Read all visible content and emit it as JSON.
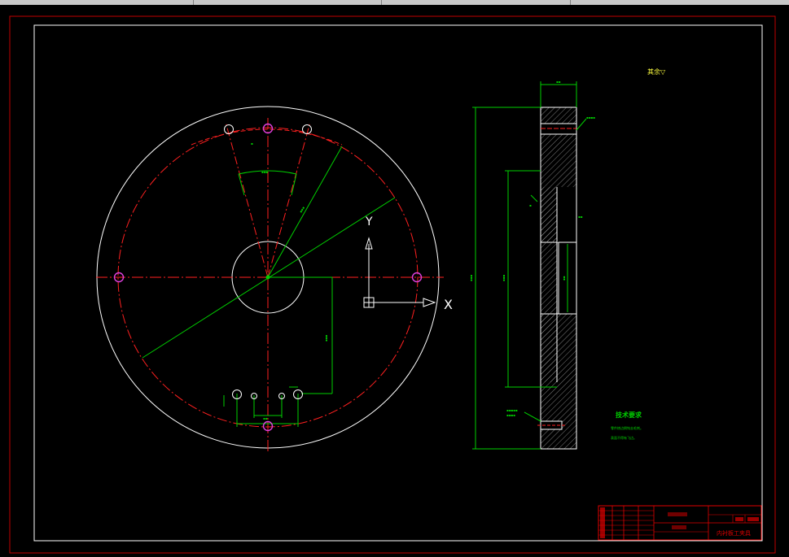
{
  "colors": {
    "background": "#000000",
    "frame_red": "#c00000",
    "outline_white": "#ffffff",
    "center_red": "#ff2020",
    "dimension_green": "#00d000",
    "hole_magenta": "#e040e0",
    "title_red": "#e00000"
  },
  "ucs": {
    "x_label": "X",
    "y_label": "Y"
  },
  "annotations": {
    "surface_finish": "其余▽",
    "tech_title": "技术要求",
    "tech_line1": "零件棱边倒钝去毛刺。",
    "tech_line2": "表面不得有飞边。"
  },
  "title_block": {
    "name": "内衬板工夹具"
  }
}
